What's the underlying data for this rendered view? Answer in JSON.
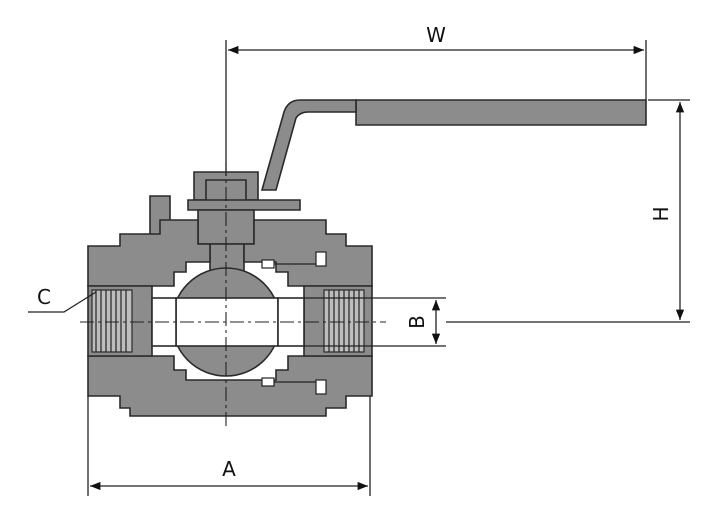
{
  "labels": {
    "width": "W",
    "height": "H",
    "length": "A",
    "bore": "B",
    "thread": "C"
  },
  "colors": {
    "body": "#8c8c8c",
    "outline": "#2a2a2a",
    "background": "#ffffff"
  }
}
